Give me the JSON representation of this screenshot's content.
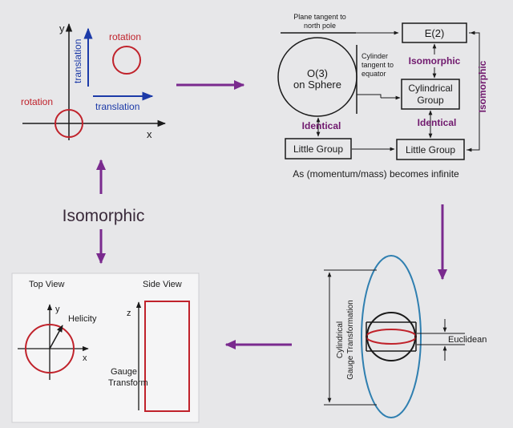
{
  "colors": {
    "background": "#e7e7e9",
    "ink": "#1a1a1a",
    "rotation_red": "#c0222b",
    "translation_blue": "#1c3aa8",
    "purple": "#70196e",
    "arrow_purple": "#7a2a8e",
    "ellipse_blue": "#2f7fb0",
    "isomorphic_text": "#3a2a3a"
  },
  "top_left": {
    "axis_y": "y",
    "axis_x": "x",
    "rotation_left": "rotation",
    "rotation_right": "rotation",
    "translation_vertical": "translation",
    "translation_horizontal": "translation"
  },
  "top_right": {
    "plane_tangent": "Plane tangent to",
    "plane_tangent_line2": "north pole",
    "sphere_label": "O(3)",
    "sphere_label_line2": "on Sphere",
    "cylinder_tangent": "Cylinder",
    "cylinder_tangent_line2": "tangent to",
    "cylinder_tangent_line3": "equator",
    "e2": "E(2)",
    "isomorphic_mid": "Isomorphic",
    "cylindrical_group": "Cylindrical",
    "cylindrical_group_line2": "Group",
    "identical_left": "Identical",
    "identical_right": "Identical",
    "isomorphic_vertical": "Isomorphic",
    "little_group_left": "Little Group",
    "little_group_right": "Little Group",
    "caption": "As (momentum/mass) becomes infinite"
  },
  "middle_left": {
    "isomorphic": "Isomorphic"
  },
  "bottom_left": {
    "top_view": "Top View",
    "side_view": "Side View",
    "axis_y": "y",
    "axis_x": "x",
    "helicity": "Helicity",
    "axis_z": "z",
    "gauge": "Gauge",
    "transform": "Transform"
  },
  "bottom_right": {
    "cylindrical": "Cylindrical",
    "gauge_transformation": "Gauge Transformation",
    "euclidean": "Euclidean"
  }
}
